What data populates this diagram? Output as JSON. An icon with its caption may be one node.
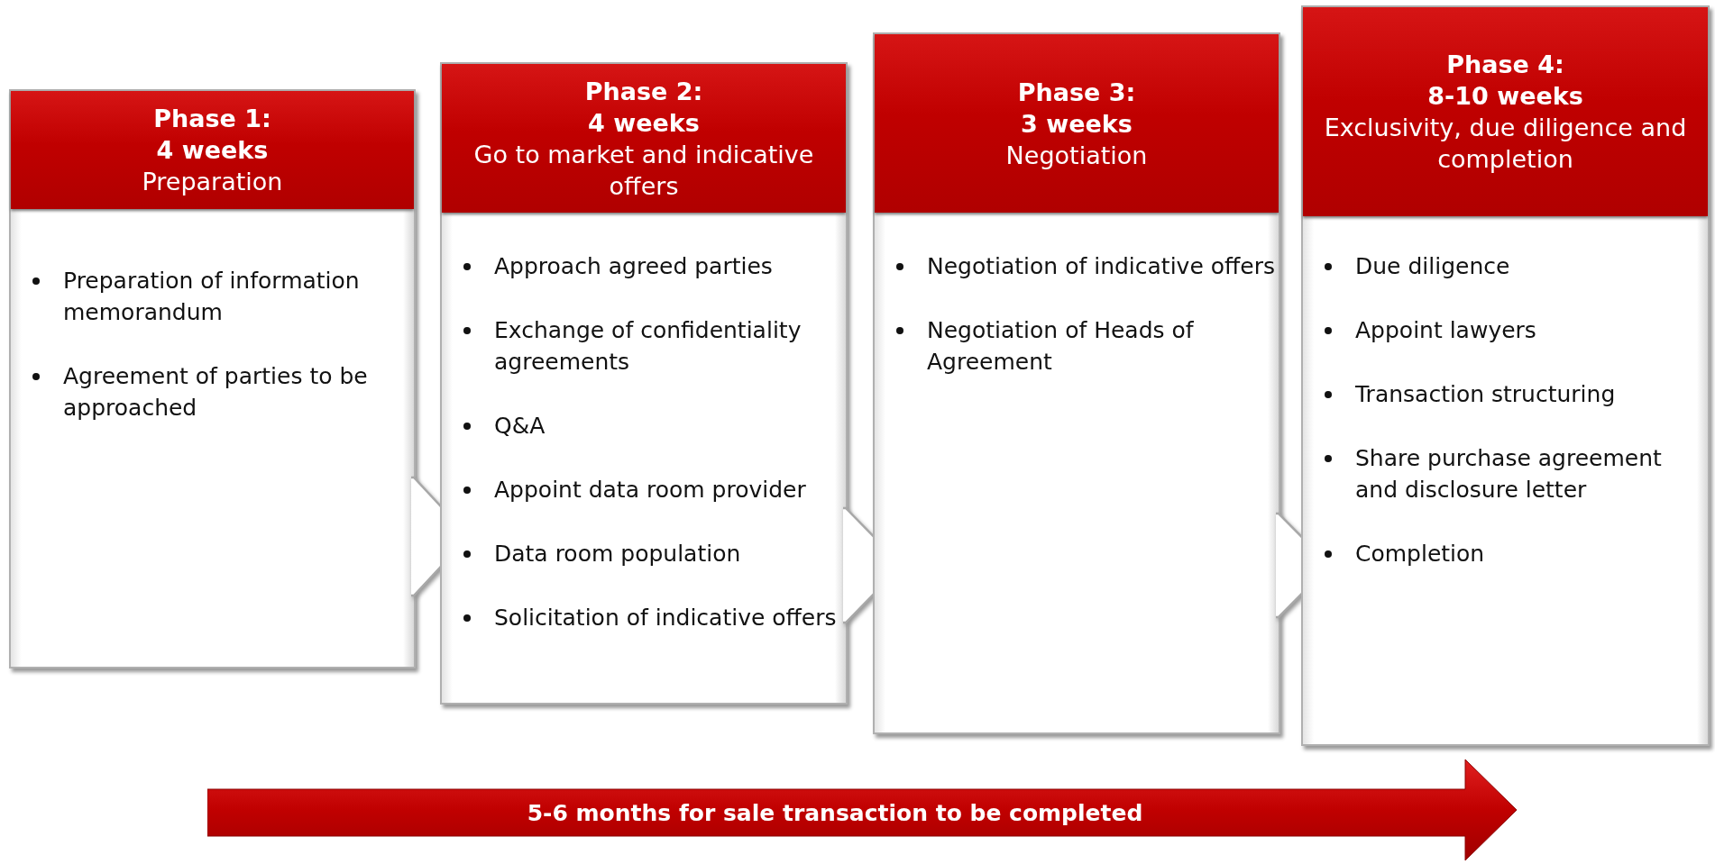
{
  "diagram": {
    "nodes": [
      {
        "text": [
          "Phase 1:",
          "4 weeks",
          "Preparation",
          "Preparation of information memorandum",
          "Agreement of parties to be approached"
        ]
      },
      {
        "text": [
          "Phase 2:",
          "4 weeks",
          "Go to market and indicative offers",
          "Approach agreed parties",
          "Exchange of confidentiality agreements",
          "Q&A",
          "Appoint data room provider",
          "Data room population",
          "Solicitation of indicative offers"
        ]
      },
      {
        "text": [
          "Phase 3:",
          "3 weeks",
          "Negotiation",
          "Negotiation of indicative offers",
          "Negotiation of Heads of Agreement"
        ]
      },
      {
        "text": [
          "Phase 4:",
          "8-10 weeks",
          "Exclusivity, due diligence and completion",
          "Due diligence",
          "Appoint lawyers",
          "Transaction structuring",
          "Share purchase agreement and disclosure letter",
          "Completion"
        ]
      },
      {
        "text": [
          "5-6 months for sale transaction to be completed"
        ]
      }
    ],
    "edges": [
      {
        "from": 0,
        "to": 1,
        "arrow": "to"
      },
      {
        "from": 1,
        "to": 2,
        "arrow": "to"
      },
      {
        "from": 2,
        "to": 3,
        "arrow": "to"
      }
    ]
  }
}
